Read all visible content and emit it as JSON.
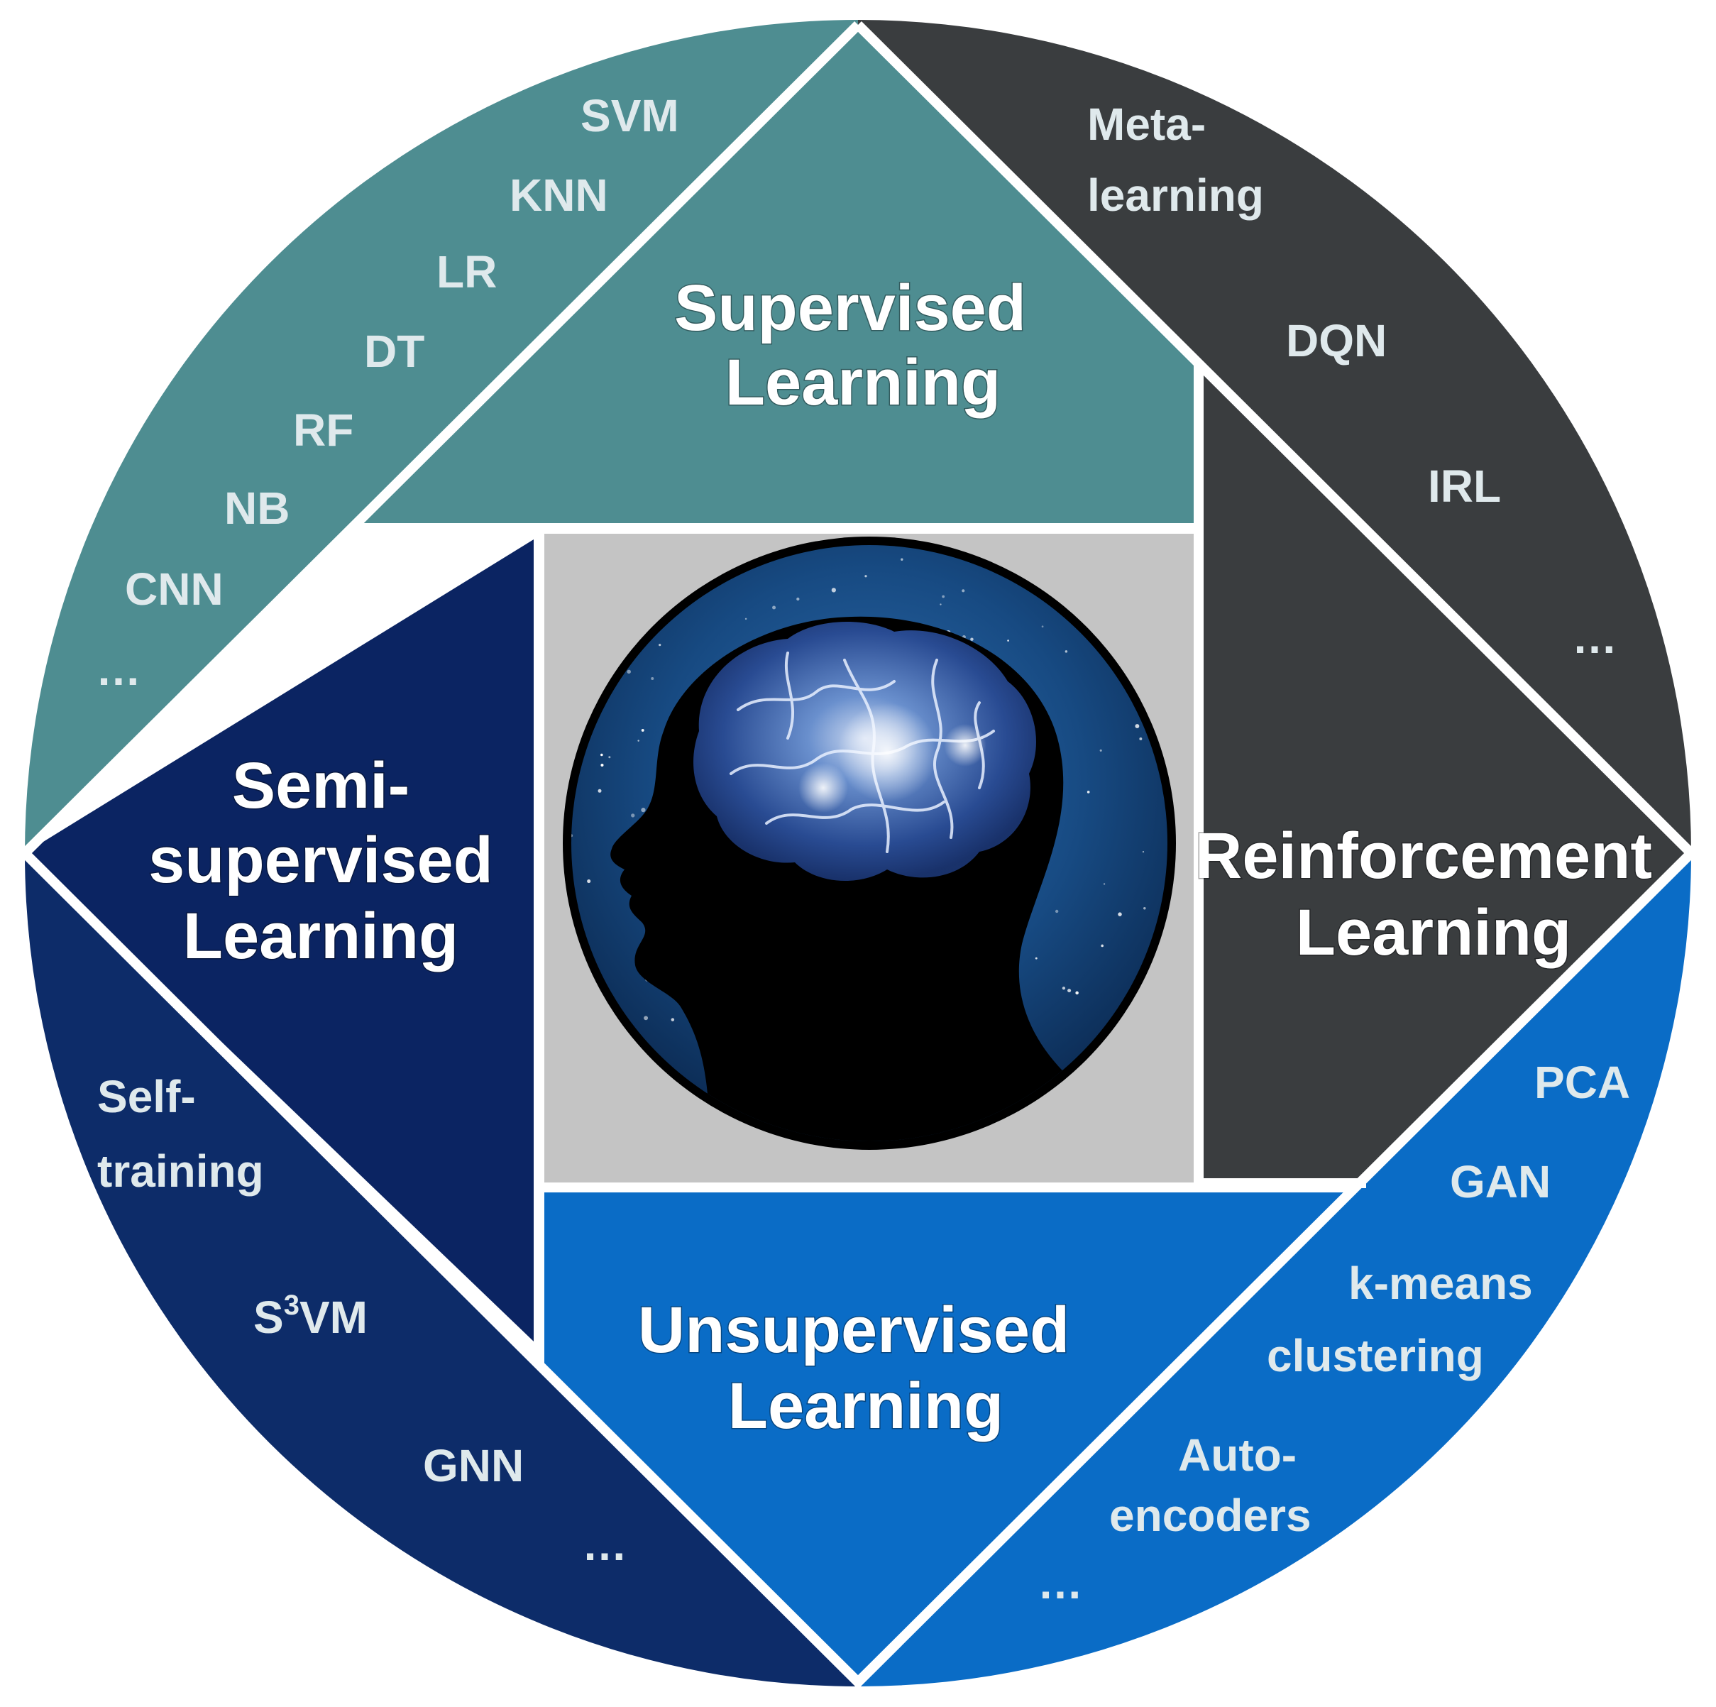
{
  "colors": {
    "supervised": "#4e8d91",
    "reinforcement": "#3a3d3f",
    "unsupervised": "#0a6cc6",
    "semi_supervised": "#0b2462",
    "semi_outer": "#0d2c69",
    "divider": "#ffffff",
    "center_bg": "#c4c4c4"
  },
  "sections": {
    "supervised": {
      "title": [
        "Supervised",
        "Learning"
      ],
      "methods": [
        "SVM",
        "KNN",
        "LR",
        "DT",
        "RF",
        "NB",
        "CNN",
        "…"
      ]
    },
    "reinforcement": {
      "title": [
        "Reinforcement",
        "Learning"
      ],
      "methods": [
        "Meta-",
        "learning",
        "DQN",
        "IRL",
        "…"
      ]
    },
    "unsupervised": {
      "title": [
        "Unsupervised",
        "Learning"
      ],
      "methods": [
        "PCA",
        "GAN",
        "k-means",
        "clustering",
        "Auto-",
        "encoders",
        "…"
      ]
    },
    "semi_supervised": {
      "title": [
        "Semi-",
        "supervised",
        "Learning"
      ],
      "methods": [
        "Self-",
        "training",
        "S",
        "3",
        "VM",
        "GNN",
        "…"
      ]
    }
  },
  "center": {
    "icon": "human-head-brain-icon"
  }
}
